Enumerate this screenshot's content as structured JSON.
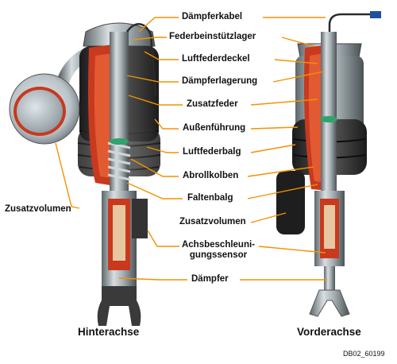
{
  "labels": {
    "daempferkabel": "Dämpferkabel",
    "federbeinstuetzlager": "Federbeinstützlager",
    "luftfederdeckel": "Luftfederdeckel",
    "daempferlagerung": "Dämpferlagerung",
    "zusatzfeder": "Zusatzfeder",
    "aussenfuehrung": "Außenführung",
    "luftfederbalg": "Luftfederbalg",
    "abrollkolben": "Abrollkolben",
    "faltenbalg": "Faltenbalg",
    "zusatzvolumen_right": "Zusatzvolumen",
    "achsbeschleunigung_line1": "Achsbeschleuni-",
    "achsbeschleunigung_line2": "gungssensor",
    "daempfer": "Dämpfer",
    "zusatzvolumen_left": "Zusatzvolumen"
  },
  "captions": {
    "rear": "Hinterachse",
    "front": "Vorderachse"
  },
  "figure_code": "DB02_60199",
  "colors": {
    "leader_line": "#f39200",
    "cut_red": "#c8391e",
    "bellows_dark": "#2a2a2a",
    "metal": "#9aa3a8"
  }
}
